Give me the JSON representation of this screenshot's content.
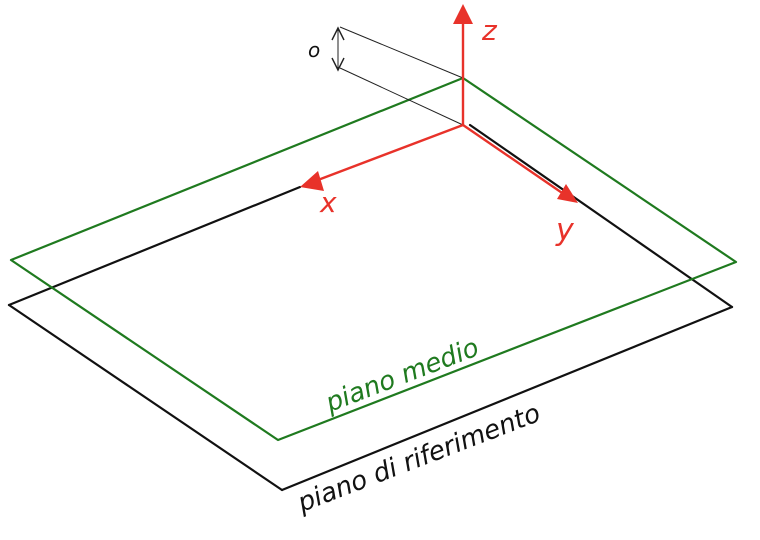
{
  "diagram": {
    "axes": {
      "z_label": "z",
      "x_label": "x",
      "y_label": "y"
    },
    "offset_label": "o",
    "mid_plane_label": "piano medio",
    "reference_plane_label": "piano di riferimento",
    "colors": {
      "axes": "#e8322a",
      "mid_plane": "#1f7a1f",
      "reference_plane": "#111111",
      "dimension": "#222222"
    }
  }
}
